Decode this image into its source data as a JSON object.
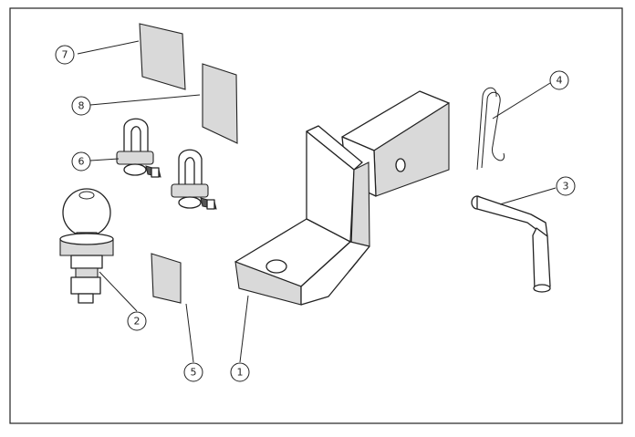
{
  "diagram": {
    "background": "#ffffff",
    "line_color": "#222222",
    "callouts": [
      {
        "id": "c1",
        "label": "1"
      },
      {
        "id": "c2",
        "label": "2"
      },
      {
        "id": "c3",
        "label": "3"
      },
      {
        "id": "c4",
        "label": "4"
      },
      {
        "id": "c5",
        "label": "5"
      },
      {
        "id": "c6",
        "label": "6"
      },
      {
        "id": "c7",
        "label": "7"
      },
      {
        "id": "c8",
        "label": "8"
      }
    ]
  }
}
